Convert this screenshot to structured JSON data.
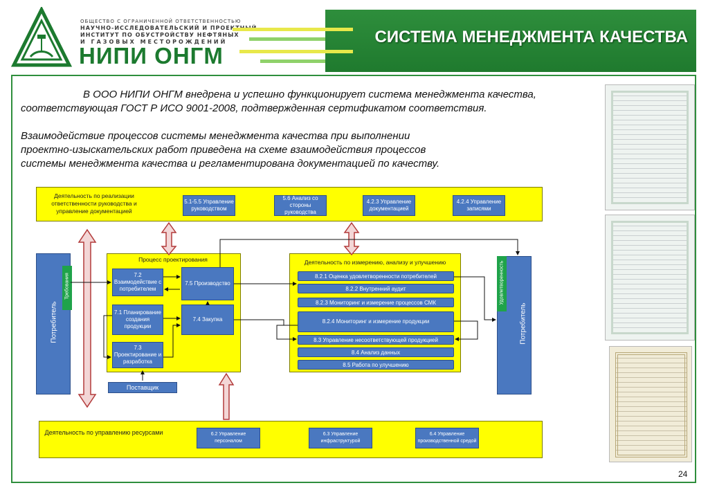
{
  "header": {
    "org_lines": [
      "ОБЩЕСТВО С ОГРАНИЧЕННОЙ ОТВЕТСТВЕННОСТЬЮ",
      "НАУЧНО-ИССЛЕДОВАТЕЛЬСКИЙ И ПРОЕКТНЫЙ",
      "ИНСТИТУТ ПО ОБУСТРОЙСТВУ НЕФТЯНЫХ",
      "И ГАЗОВЫХ МЕСТОРОЖДЕНИЙ"
    ],
    "brand": "НИПИ ОНГМ",
    "title": "СИСТЕМА МЕНЕДЖМЕНТА КАЧЕСТВА",
    "colors": {
      "green": "#2e8e3c",
      "yellow_stripe": "#e8e84a",
      "light_green": "#8fd16a"
    }
  },
  "intro": {
    "line1": "В ООО НИПИ ОНГМ внедрена и успешно функционирует система менеджмента качества,",
    "line2": "соответствующая ГОСТ Р ИСО 9001-2008, подтвержденная  сертификатом  соответствия.",
    "line3": "Взаимодействие  процессов  системы  менеджмента  качества  при  выполнении",
    "line4": "проектно-изыскательских  работ  приведена   на  схеме взаимодействия процессов",
    "line5": "системы  менеджмента  качества и  регламентирована  документацией  по  качеству."
  },
  "diagram": {
    "top_band": {
      "label": "Деятельность по реализации ответственности руководства и управление документацией",
      "boxes": [
        "5.1-5.5 Управление руководством",
        "5.6 Анализ со стороны руководства",
        "4.2.3 Управление документацией",
        "4.2.4 Управление записями"
      ]
    },
    "left_customer": {
      "label": "Потребитель",
      "tag": "Требования"
    },
    "right_customer": {
      "label": "Потребитель",
      "tag": "Удовлетворенность"
    },
    "design_process": {
      "title": "Процесс проектирования",
      "b72": "7.2 Взаимодействие с потребителем",
      "b71": "7.1 Планирование создания продукции",
      "b73": "7.3 Проектирование и разработка",
      "b75": "7.5 Производство",
      "b74": "7.4 Закупка"
    },
    "supplier": "Поставщик",
    "measurement": {
      "title": "Деятельность по измерению, анализу и улучшению",
      "items": [
        "8.2.1 Оценка удовлетворенности потребителей",
        "8.2.2 Внутренний аудит",
        "8.2.3 Мониторинг и измерение процессов СМК",
        "8.2.4 Мониторинг и измерение продукции",
        "8.3 Управление несоответствующей продукцией",
        "8.4 Анализ данных",
        "8.5 Работа по улучшению"
      ]
    },
    "bottom_band": {
      "label": "Деятельность по управлению ресурсами",
      "boxes": [
        "6.2 Управление персоналом",
        "6.3 Управление инфраструктурой",
        "6.4 Управление производственной средой"
      ]
    }
  },
  "page_number": "24"
}
